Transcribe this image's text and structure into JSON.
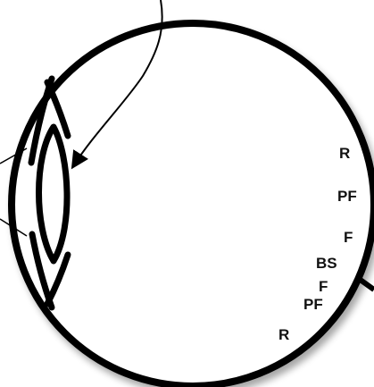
{
  "diagram": {
    "labels": {
      "r_top": "R",
      "pf_top": "PF",
      "f_top": "F",
      "bs": "BS",
      "f_bottom": "F",
      "pf_bottom": "PF",
      "r_bottom": "R"
    },
    "colors": {
      "stroke": "#000000",
      "background": "#ffffff"
    }
  }
}
